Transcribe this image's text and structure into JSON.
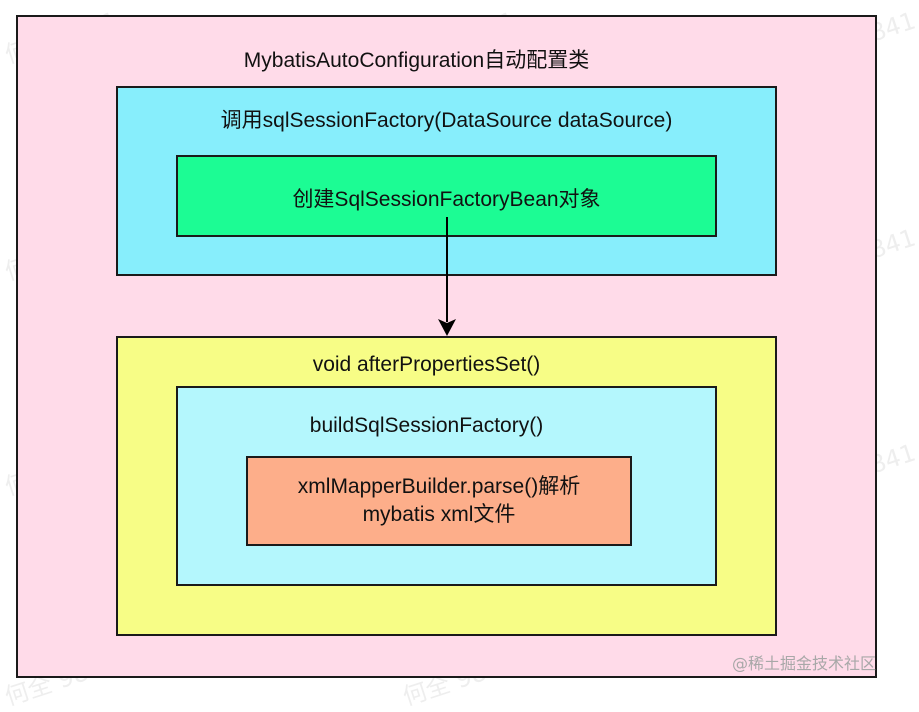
{
  "colors": {
    "outer_fill": "#ffdbe9",
    "sql_factory_fill": "#87eefc",
    "create_bean_fill": "#1cfc94",
    "after_props_fill": "#f7fd86",
    "build_factory_fill": "#b4f7fd",
    "parse_fill": "#fdae8a",
    "border": "#1a1a1a"
  },
  "outer": {
    "title": "MybatisAutoConfiguration自动配置类"
  },
  "sql_factory": {
    "title": "调用sqlSessionFactory(DataSource dataSource)",
    "create_bean": "创建SqlSessionFactoryBean对象"
  },
  "after_props": {
    "title": "void afterPropertiesSet()",
    "build_factory": {
      "title": "buildSqlSessionFactory()",
      "parse_line1": "xmlMapperBuilder.parse()解析",
      "parse_line2": "mybatis xml文件"
    }
  },
  "watermark_text": "何全 9841",
  "credit": "@稀土掘金技术社区"
}
